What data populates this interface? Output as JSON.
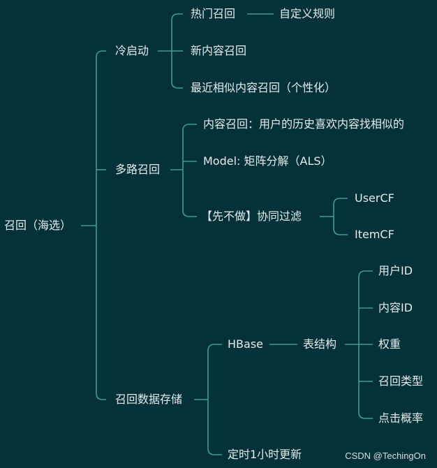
{
  "mindmap": {
    "root": "召回（海选）",
    "branches": [
      {
        "label": "冷启动",
        "children": [
          {
            "label": "热门召回",
            "children": [
              {
                "label": "自定义规则"
              }
            ]
          },
          {
            "label": "新内容召回"
          },
          {
            "label": "最近相似内容召回（个性化）"
          }
        ]
      },
      {
        "label": "多路召回",
        "children": [
          {
            "label": "内容召回：用户的历史喜欢内容找相似的"
          },
          {
            "label": "Model: 矩阵分解（ALS）"
          },
          {
            "label": "【先不做】协同过滤",
            "children": [
              {
                "label": "UserCF"
              },
              {
                "label": "ItemCF"
              }
            ]
          }
        ]
      },
      {
        "label": "召回数据存储",
        "children": [
          {
            "label": "HBase",
            "children": [
              {
                "label": "表结构",
                "children": [
                  {
                    "label": "用户ID"
                  },
                  {
                    "label": "内容ID"
                  },
                  {
                    "label": "权重"
                  },
                  {
                    "label": "召回类型"
                  },
                  {
                    "label": "点击概率"
                  }
                ]
              }
            ]
          },
          {
            "label": "定时1小时更新"
          }
        ]
      }
    ]
  },
  "watermark": "CSDN @TechingOn",
  "colors": {
    "background": "#053239",
    "line": "#3f9d8c",
    "text": "#e4ecea"
  }
}
